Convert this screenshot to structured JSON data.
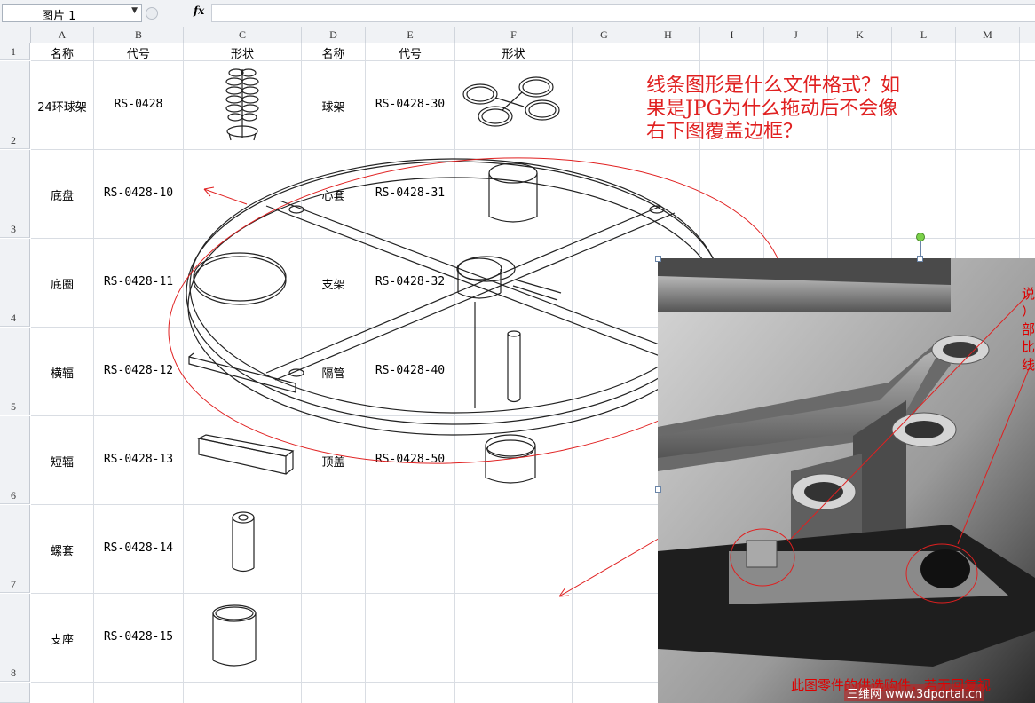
{
  "formula_bar": {
    "name_box": "图片 1",
    "fx_label": "fx",
    "formula_value": ""
  },
  "columns": [
    "A",
    "B",
    "C",
    "D",
    "E",
    "F",
    "G",
    "H",
    "I",
    "J",
    "K",
    "L",
    "M"
  ],
  "rows": [
    "1",
    "2",
    "3",
    "4",
    "5",
    "6",
    "7",
    "8"
  ],
  "headers": {
    "a": "名称",
    "b": "代号",
    "c": "形状",
    "d": "名称",
    "e": "代号",
    "f": "形状"
  },
  "table_left": [
    {
      "name": "24环球架",
      "code": "RS-0428"
    },
    {
      "name": "底盘",
      "code": "RS-0428-10"
    },
    {
      "name": "底圈",
      "code": "RS-0428-11"
    },
    {
      "name": "横辐",
      "code": "RS-0428-12"
    },
    {
      "name": "短辐",
      "code": "RS-0428-13"
    },
    {
      "name": "螺套",
      "code": "RS-0428-14"
    },
    {
      "name": "支座",
      "code": "RS-0428-15"
    }
  ],
  "table_right": [
    {
      "name": "球架",
      "code": "RS-0428-30"
    },
    {
      "name": "心套",
      "code": "RS-0428-31"
    },
    {
      "name": "支架",
      "code": "RS-0428-32"
    },
    {
      "name": "隔管",
      "code": "RS-0428-40"
    },
    {
      "name": "顶盖",
      "code": "RS-0428-50"
    }
  ],
  "note": {
    "line1": "线条图形是什么文件格式？如",
    "line2": "果是JPG为什么拖动后不会像",
    "line3": "右下图覆盖边框？"
  },
  "photo": {
    "caption": "此图零件的供选购件，若无回复视",
    "watermark": "三维网 www.3dportal.cn",
    "side_text": "说\n）\n部\n比\n线"
  },
  "colors": {
    "annotation": "#e02020",
    "grid": "#d9dde3",
    "header_bg": "#f0f2f5"
  }
}
